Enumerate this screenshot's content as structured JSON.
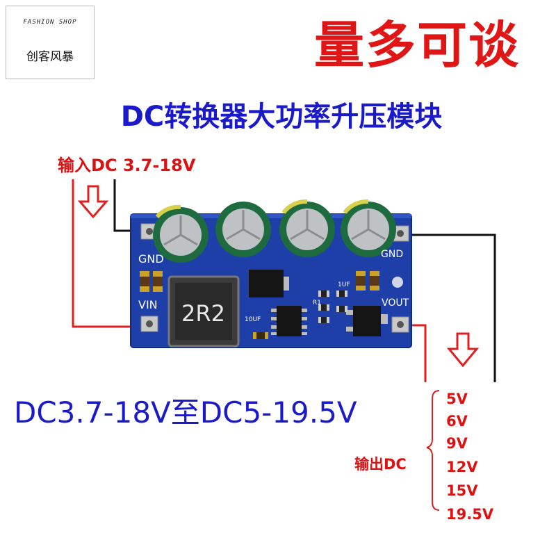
{
  "logo": {
    "shop_text": "FASHION SHOP",
    "brand_text": "创客风暴"
  },
  "promo_text": "量多可谈",
  "title": "DC转换器大功率升压模块",
  "input_label": "输入DC 3.7-18V",
  "range_text": "DC3.7-18V至DC5-19.5V",
  "output_label": "输出DC",
  "output_voltages": [
    "5V",
    "6V",
    "9V",
    "12V",
    "15V",
    "19.5V"
  ],
  "pcb": {
    "gnd_left": "GND",
    "vin": "VIN",
    "gnd_right": "GND",
    "vout": "VOUT",
    "inductor": "2R2",
    "cap_1uf": "1UF",
    "cap_10uf": "10UF",
    "r1": "R1"
  },
  "colors": {
    "red": "#e01515",
    "blue": "#1a1acb",
    "pcb": "#1f3fa8"
  }
}
